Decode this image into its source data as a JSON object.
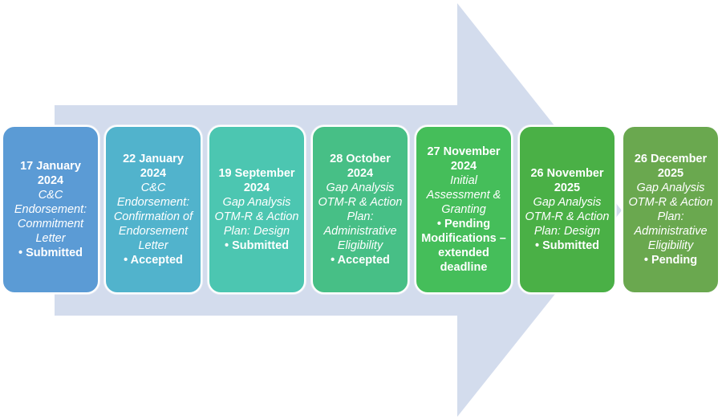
{
  "colors": {
    "arrow": "#d3dced",
    "background": "#ffffff"
  },
  "steps": [
    {
      "date": "17 January 2024",
      "description": "C&C Endorsement: Commitment Letter",
      "status": "• Submitted",
      "color": "#5b9bd5"
    },
    {
      "date": "22 January 2024",
      "description": "C&C Endorsement: Confirmation of Endorsement Letter",
      "status": "• Accepted",
      "color": "#51b3cc"
    },
    {
      "date": "19 September 2024",
      "description": "Gap Analysis OTM-R & Action Plan: Design",
      "status": "• Submitted",
      "color": "#4cc6b1"
    },
    {
      "date": "28 October 2024",
      "description": "Gap Analysis OTM-R & Action Plan: Administrative Eligibility",
      "status": "• Accepted",
      "color": "#47bf86"
    },
    {
      "date": "27 November 2024",
      "description": "Initial Assessment & Granting",
      "status": "• Pending Modifications – extended deadline",
      "color": "#45be5a"
    },
    {
      "date": "26 November 2025",
      "description": "Gap Analysis OTM-R & Action Plan: Design",
      "status": "• Submitted",
      "color": "#4ab046"
    },
    {
      "date": "26 December 2025",
      "description": "Gap Analysis OTM-R & Action Plan: Administrative Eligibility",
      "status": "• Pending",
      "color": "#6aa84f"
    }
  ]
}
